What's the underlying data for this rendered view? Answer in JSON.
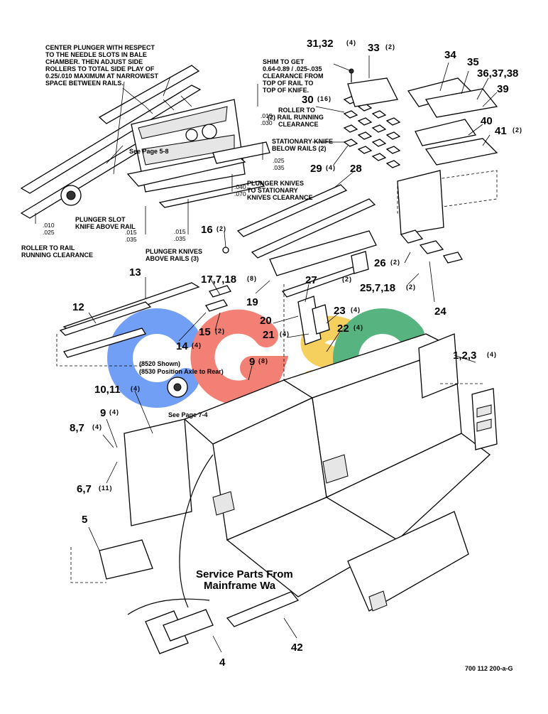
{
  "callouts": [
    {
      "id": "c1",
      "label": "31,32",
      "qty": "(4)"
    },
    {
      "id": "c2",
      "label": "33",
      "qty": "(2)"
    },
    {
      "id": "c3",
      "label": "34",
      "qty": ""
    },
    {
      "id": "c4",
      "label": "35",
      "qty": ""
    },
    {
      "id": "c5",
      "label": "36,37,38",
      "qty": ""
    },
    {
      "id": "c6",
      "label": "39",
      "qty": ""
    },
    {
      "id": "c7",
      "label": "30",
      "qty": "(16)"
    },
    {
      "id": "c8",
      "label": "40",
      "qty": ""
    },
    {
      "id": "c9",
      "label": "41",
      "qty": "(2)"
    },
    {
      "id": "c10",
      "label": "29",
      "qty": "(4)"
    },
    {
      "id": "c11",
      "label": "28",
      "qty": ""
    },
    {
      "id": "c12",
      "label": "16",
      "qty": "(2)"
    },
    {
      "id": "c13",
      "label": "26",
      "qty": "(2)"
    },
    {
      "id": "c14",
      "label": "17,7,18",
      "qty": "(8)"
    },
    {
      "id": "c15",
      "label": "13",
      "qty": ""
    },
    {
      "id": "c16",
      "label": "27",
      "qty": "(2)"
    },
    {
      "id": "c17",
      "label": "25,7,18",
      "qty": "(2)"
    },
    {
      "id": "c18",
      "label": "19",
      "qty": ""
    },
    {
      "id": "c19",
      "label": "12",
      "qty": ""
    },
    {
      "id": "c20",
      "label": "24",
      "qty": ""
    },
    {
      "id": "c21",
      "label": "23",
      "qty": "(4)"
    },
    {
      "id": "c22",
      "label": "20",
      "qty": ""
    },
    {
      "id": "c23",
      "label": "21",
      "qty": "(4)"
    },
    {
      "id": "c24",
      "label": "22",
      "qty": "(4)"
    },
    {
      "id": "c25",
      "label": "15",
      "qty": "(2)"
    },
    {
      "id": "c26",
      "label": "14",
      "qty": "(4)"
    },
    {
      "id": "c27",
      "label": "1,2,3",
      "qty": "(4)"
    },
    {
      "id": "c28",
      "label": "9",
      "qty": "(8)"
    },
    {
      "id": "c29",
      "label": "10,11",
      "qty": "(4)"
    },
    {
      "id": "c30",
      "label": "9",
      "qty": "(4)"
    },
    {
      "id": "c31",
      "label": "8,7",
      "qty": "(4)"
    },
    {
      "id": "c32",
      "label": "6,7",
      "qty": "(11)"
    },
    {
      "id": "c33",
      "label": "5",
      "qty": ""
    },
    {
      "id": "c34",
      "label": "42",
      "qty": ""
    },
    {
      "id": "c35",
      "label": "4",
      "qty": ""
    }
  ],
  "notes": {
    "center_plunger": [
      "CENTER PLUNGER WITH RESPECT",
      "TO THE NEEDLE SLOTS IN BALE",
      "CHAMBER.  THEN ADJUST SIDE",
      "ROLLERS TO TOTAL SIDE PLAY OF",
      "0.25/.010 MAXIMUM AT NARROWEST",
      "SPACE BETWEEN RAILS."
    ],
    "shim": [
      "SHIM TO GET",
      "0.64-0.89 / .025-.035",
      "CLEARANCE FROM",
      "TOP OF RAIL TO",
      "TOP OF KNIFE."
    ],
    "roller_to_rail_2": [
      "ROLLER TO",
      "(2) RAIL RUNNING",
      "CLEARANCE"
    ],
    "stationary_knife": [
      "STATIONARY KNIFE",
      "BELOW RAILS (2)"
    ],
    "plunger_knives_stationary": [
      "PLUNGER KNIVES",
      "TO STATIONARY",
      "KNIVES CLEARANCE"
    ],
    "plunger_slot": [
      "PLUNGER SLOT",
      "KNIFE ABOVE RAIL"
    ],
    "roller_to_rail": [
      "ROLLER TO RAIL",
      "RUNNING CLEARANCE"
    ],
    "plunger_knives_above": [
      "PLUNGER KNIVES",
      "ABOVE RAILS (3)"
    ],
    "see_page_5_8": "See Page 5-8",
    "see_page_7_4": "See Page 7-4",
    "shown_8520": "(8520 Shown)",
    "position_8530": "(8530 Position Axle to Rear)",
    "service_parts": [
      "Service Parts From",
      "Mainframe Wa"
    ],
    "drawing_number": "700 112 200-a-G"
  },
  "dimensions": {
    "d1": [
      ".015",
      ".030"
    ],
    "d2": [
      ".025",
      ".035"
    ],
    "d3": [
      ".040",
      ".070"
    ],
    "d4": [
      ".010",
      ".025"
    ],
    "d5": [
      ".015",
      ".035"
    ],
    "d6": [
      ".015",
      ".035"
    ]
  },
  "watermark": {
    "text": "CGSC",
    "colors": [
      "#5a8ff5",
      "#f26a5c",
      "#f5c842",
      "#3aa66a"
    ]
  }
}
